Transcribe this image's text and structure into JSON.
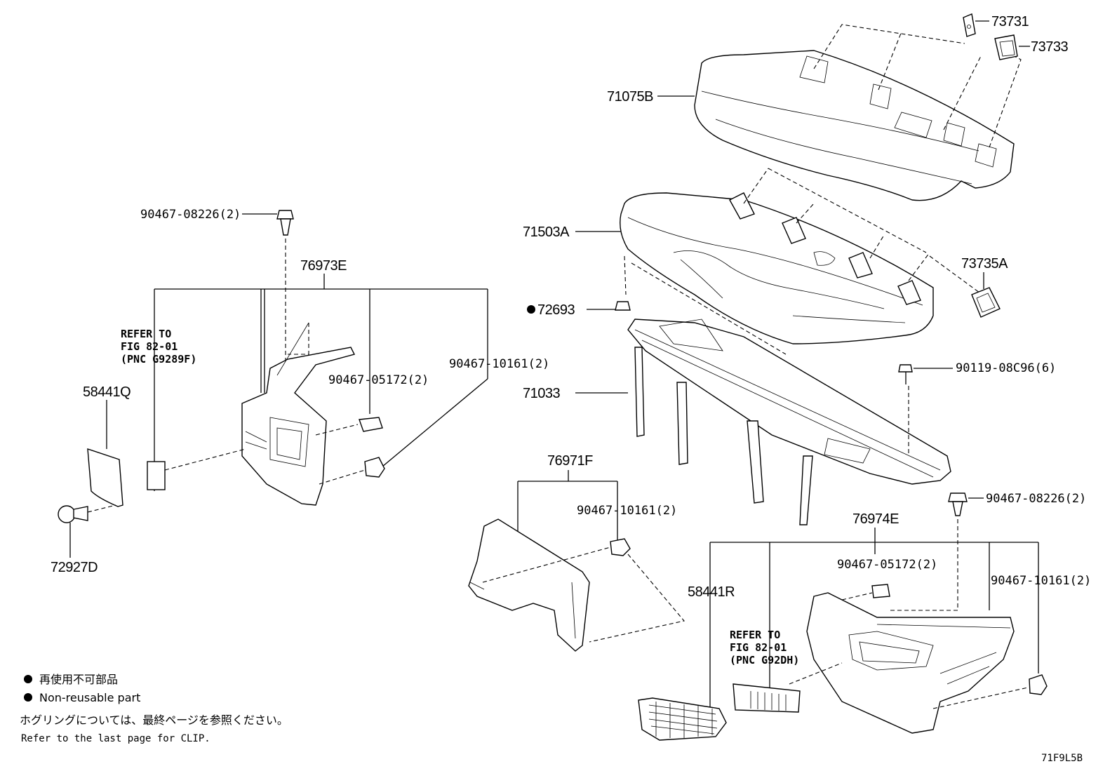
{
  "parts": {
    "p73731": "73731",
    "p73733": "73733",
    "p71075B": "71075B",
    "p71503A": "71503A",
    "p73735A": "73735A",
    "p72693": "72693",
    "p71033": "71033",
    "p90119": "90119-08C96(6)",
    "p90467_08226_left": "90467-08226(2)",
    "p76973E": "76973E",
    "p90467_05172_left": "90467-05172(2)",
    "p90467_10161_left": "90467-10161(2)",
    "p58441Q": "58441Q",
    "p72927D": "72927D",
    "p76971F": "76971F",
    "p90467_10161_mid": "90467-10161(2)",
    "p90467_08226_right": "90467-08226(2)",
    "p76974E": "76974E",
    "p90467_05172_right": "90467-05172(2)",
    "p58441R": "58441R",
    "p90467_10161_right": "90467-10161(2)"
  },
  "refer_left": {
    "line1": "REFER TO",
    "line2": "FIG 82-01",
    "line3": "(PNC G9289F)"
  },
  "refer_right": {
    "line1": "REFER TO",
    "line2": "FIG 82-01",
    "line3": "(PNC G92DH)"
  },
  "legend": {
    "jp": "再使用不可部品",
    "en": "Non-reusable part",
    "clip_jp": "ホグリングについては、最終ページを参照ください。",
    "clip_en": "Refer to the last page for CLIP."
  },
  "figure_code": "71F9L5B"
}
